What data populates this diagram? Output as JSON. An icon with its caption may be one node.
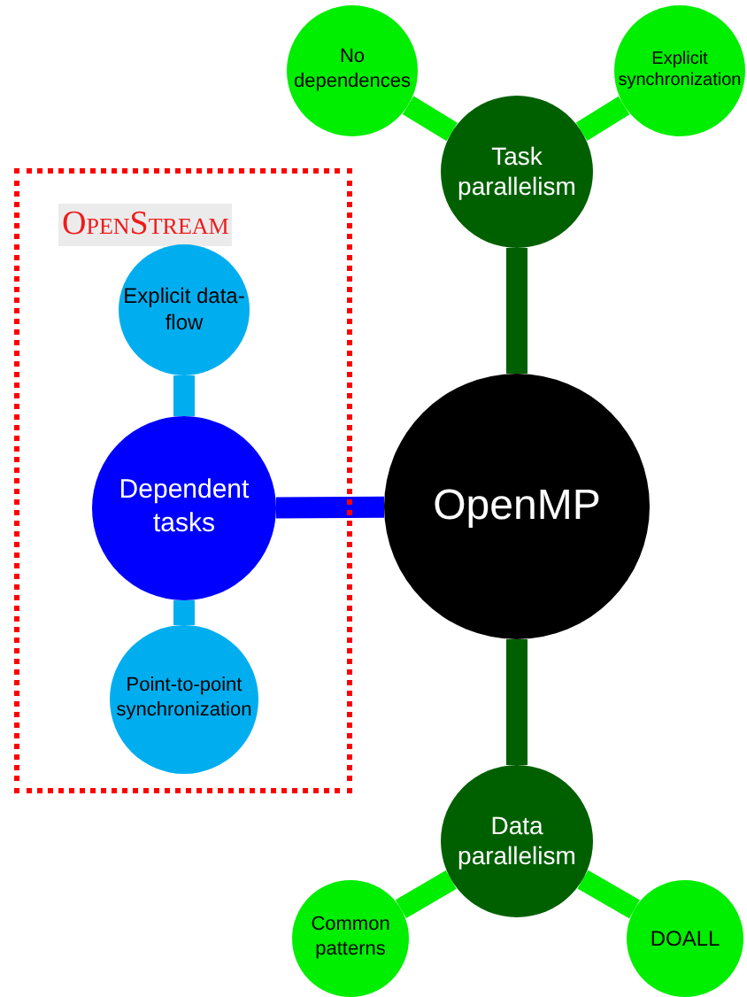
{
  "diagram": {
    "nodes": [
      {
        "text": [
          "OpenMP"
        ]
      },
      {
        "text": [
          "Task parallelism"
        ]
      },
      {
        "text": [
          "No dependences"
        ]
      },
      {
        "text": [
          "Explicit synchronization"
        ]
      },
      {
        "text": [
          "Data parallelism"
        ]
      },
      {
        "text": [
          "Common patterns"
        ]
      },
      {
        "text": [
          "DOALL"
        ]
      },
      {
        "text": [
          "OpenStream"
        ]
      },
      {
        "text": [
          "Explicit data-flow"
        ],
        "in": 7
      },
      {
        "text": [
          "Dependent tasks"
        ],
        "in": 7
      },
      {
        "text": [
          "Point-to-point synchronization"
        ],
        "in": 7
      }
    ],
    "edges": [
      {
        "from": 0,
        "to": 1,
        "arrow": "none",
        "color": "#006000"
      },
      {
        "from": 1,
        "to": 2,
        "arrow": "none",
        "color": "#00ee00"
      },
      {
        "from": 1,
        "to": 3,
        "arrow": "none",
        "color": "#00ee00"
      },
      {
        "from": 0,
        "to": 4,
        "arrow": "none",
        "color": "#006000"
      },
      {
        "from": 4,
        "to": 5,
        "arrow": "none",
        "color": "#00ee00"
      },
      {
        "from": 4,
        "to": 6,
        "arrow": "none",
        "color": "#00ee00"
      },
      {
        "from": 0,
        "to": 9,
        "arrow": "none",
        "color": "#0000ff"
      },
      {
        "from": 9,
        "to": 8,
        "arrow": "none",
        "color": "#00aeef"
      },
      {
        "from": 9,
        "to": 10,
        "arrow": "none",
        "color": "#00aeef"
      }
    ]
  }
}
